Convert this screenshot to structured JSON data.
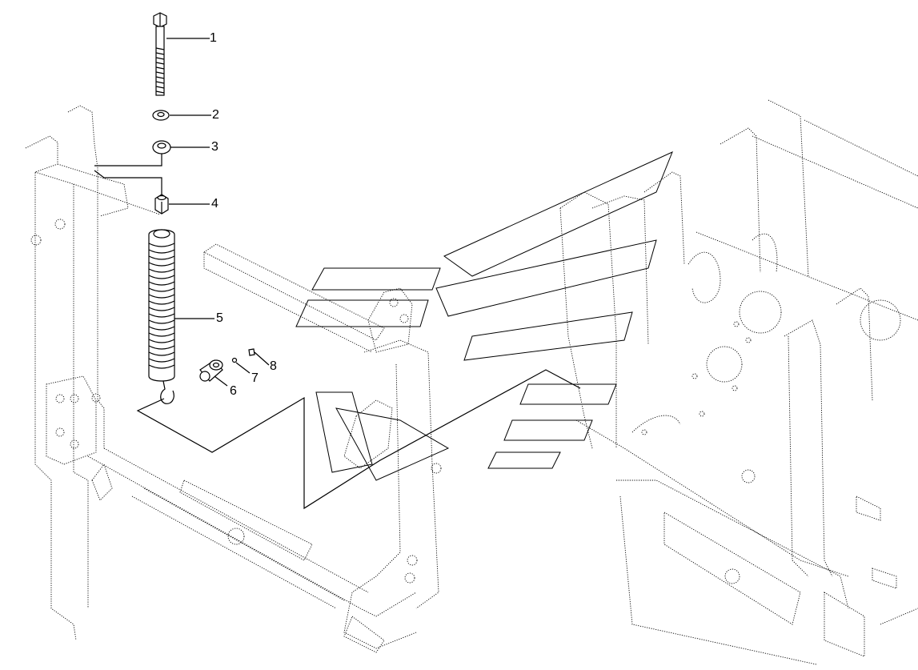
{
  "callouts": [
    {
      "id": "1",
      "text": "1"
    },
    {
      "id": "2",
      "text": "2"
    },
    {
      "id": "3",
      "text": "3"
    },
    {
      "id": "4",
      "text": "4"
    },
    {
      "id": "5",
      "text": "5"
    },
    {
      "id": "6",
      "text": "6"
    },
    {
      "id": "7",
      "text": "7"
    },
    {
      "id": "8",
      "text": "8"
    }
  ],
  "parts_depicted": [
    "bolt",
    "washer",
    "washer",
    "nut",
    "tension-spring",
    "bushing",
    "washer",
    "screw"
  ],
  "colors": {
    "line": "#000000",
    "background": "#ffffff"
  }
}
